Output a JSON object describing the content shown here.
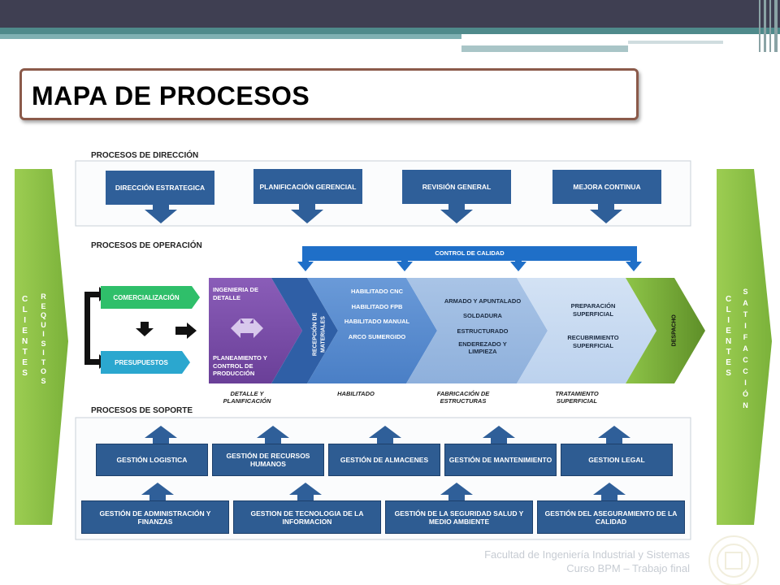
{
  "slide": {
    "title": "MAPA DE PROCESOS",
    "footer_line1": "Facultad de Ingeniería Industrial y Sistemas",
    "footer_line2": "Curso BPM – Trabajo final"
  },
  "left_bar": {
    "col1": [
      "C",
      "L",
      "I",
      "E",
      "N",
      "T",
      "E",
      "S"
    ],
    "col2": [
      "R",
      "E",
      "Q",
      "U",
      "I",
      "S",
      "I",
      "T",
      "O",
      "S"
    ]
  },
  "right_bar": {
    "col1": [
      "C",
      "L",
      "I",
      "E",
      "N",
      "T",
      "E",
      "S"
    ],
    "col2": [
      "S",
      "A",
      "T",
      "I",
      "F",
      "A",
      "C",
      "C",
      "I",
      "Ó",
      "N"
    ]
  },
  "direccion": {
    "label": "PROCESOS DE DIRECCIÓN",
    "items": [
      "DIRECCIÓN ESTRATEGICA",
      "PLANIFICACIÓN GERENCIAL",
      "REVISIÓN GENERAL",
      "MEJORA CONTINUA"
    ]
  },
  "operacion": {
    "label": "PROCESOS DE OPERACIÓN",
    "control_calidad": "CONTROL DE CALIDAD",
    "comercializacion": "COMERCIALIZACIÓN",
    "presupuestos": "PRESUPUESTOS",
    "ingenieria": "INGENIERIA DE DETALLE",
    "planeamiento": "PLANEAMIENTO Y CONTROL DE PRODUCCIÓN",
    "recepcion": "RECEPCIÓN DE MATERIALES",
    "habilitado_items": [
      "HABILITADO CNC",
      "HABILITADO FPB",
      "HABILITADO MANUAL",
      "ARCO SUMERGIDO"
    ],
    "fabricacion_items": [
      "ARMADO Y APUNTALADO",
      "SOLDADURA",
      "ESTRUCTURADO",
      "ENDEREZADO Y LIMPIEZA"
    ],
    "tratamiento_items": [
      "PREPARACIÓN SUPERFICIAL",
      "RECUBRIMIENTO SUPERFICIAL"
    ],
    "despacho": "DESPACHO",
    "stage_labels": [
      "DETALLE Y PLANIFICACIÓN",
      "HABILITADO",
      "FABRICACIÓN DE ESTRUCTURAS",
      "TRATAMIENTO SUPERFICIAL"
    ]
  },
  "soporte": {
    "label": "PROCESOS DE SOPORTE",
    "row1": [
      "GESTIÓN LOGISTICA",
      "GESTIÓN DE RECURSOS HUMANOS",
      "GESTIÓN DE ALMACENES",
      "GESTIÓN DE MANTENIMIENTO",
      "GESTION LEGAL"
    ],
    "row2": [
      "GESTIÓN DE ADMINISTRACIÓN Y FINANZAS",
      "GESTION DE TECNOLOGIA DE LA INFORMACION",
      "GESTIÓN DE LA SEGURIDAD SALUD Y MEDIO AMBIENTE",
      "GESTIÓN DEL ASEGURAMIENTO DE LA CALIDAD"
    ]
  },
  "colors": {
    "green_bar": "#8fc24a",
    "blue_box": "#2f5f99",
    "purple_stage": "#7a4fa8",
    "despacho": "#6a9a2c"
  }
}
